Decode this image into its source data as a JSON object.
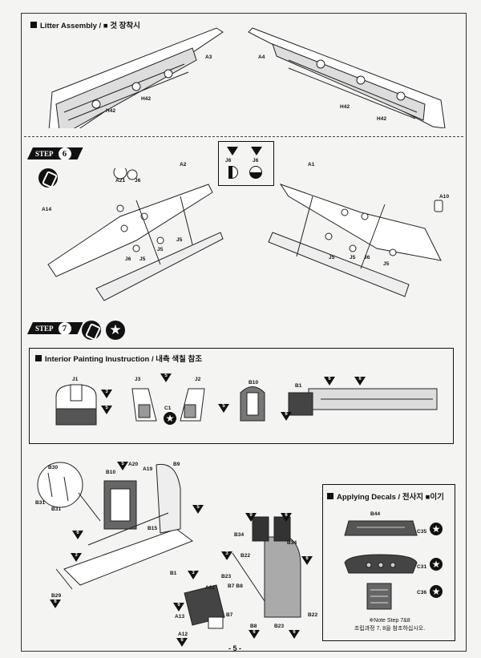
{
  "sections": {
    "litter": "Litter Assembly / ■ 것 장착시",
    "interior": "Interior Painting Inustruction / 내측 색칠 참조",
    "decals": "Applying Decals / 전사지 ■이기"
  },
  "steps": [
    {
      "label": "STEP",
      "num": "6"
    },
    {
      "label": "STEP",
      "num": "7"
    }
  ],
  "parts": {
    "a3": "A3",
    "a4": "A4",
    "h42a": "H42",
    "h42b": "H42",
    "h42c": "H42",
    "h42d": "H42",
    "a2": "A2",
    "a1": "A1",
    "a10": "A10",
    "a14": "A14",
    "a21": "A21",
    "j6": "J6",
    "j6b": "J6",
    "j6c": "J6",
    "j5a": "J5",
    "j5b": "J5",
    "j5c": "J5",
    "j6d": "J6",
    "j5d": "J5",
    "j5e": "J5",
    "j6e": "J6",
    "j5f": "J5",
    "j1": "J1",
    "j3": "J3",
    "j2": "J2",
    "c1": "C1",
    "b10": "B10",
    "b1": "B1",
    "b30": "B30",
    "b31a": "B31",
    "b31b": "B31",
    "a20": "A20",
    "a19": "A19",
    "b9": "B9",
    "b10b": "B10",
    "b15": "B15",
    "b1b": "B1",
    "b29": "B29",
    "b34a": "B34",
    "b34b": "B34",
    "b22a": "B22",
    "b23a": "B23",
    "b7b8": "B7 B8",
    "a11": "A11",
    "b7": "B7",
    "b8": "B8",
    "a13": "A13",
    "a12": "A12",
    "b23b": "B23",
    "b22b": "B22",
    "b44": "B44",
    "c35": "C35",
    "c31": "C31",
    "c36": "C36"
  },
  "colors": {
    "tri_a": "3",
    "tri_b": "5",
    "tri_c": "6",
    "tri_d": "9"
  },
  "note": {
    "en": "※Note Step 7&8",
    "ko": "조립과정 7, 8을 참조하십시오."
  },
  "page_number": "- 5 -"
}
